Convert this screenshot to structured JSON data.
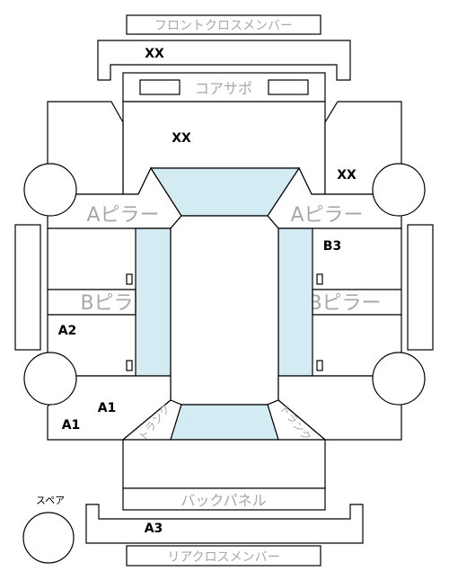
{
  "labels": {
    "front_cross_member": "フロントクロスメンバー",
    "core_support": "コアサポ",
    "a_pillar_left": "Aピラー",
    "a_pillar_right": "Aピラー",
    "b_pillar_left": "Bピラー",
    "b_pillar_right": "Bピラー",
    "trunk_left": "トランク",
    "trunk_right": "トランク",
    "back_panel": "バックパネル",
    "rear_cross_member": "リアクロスメンバー",
    "spare": "スペア"
  },
  "marks": {
    "front_cross_member": "XX",
    "core_support": "XX",
    "right_front": "XX",
    "right_pillar": "B3",
    "left_side": "A2",
    "left_rear_upper": "A1",
    "left_rear_lower": "A1",
    "rear_cross_member": "A3"
  },
  "colors": {
    "glass": "#d3ebf3",
    "label_gray": "#a8a8a8",
    "outline": "#000000"
  }
}
